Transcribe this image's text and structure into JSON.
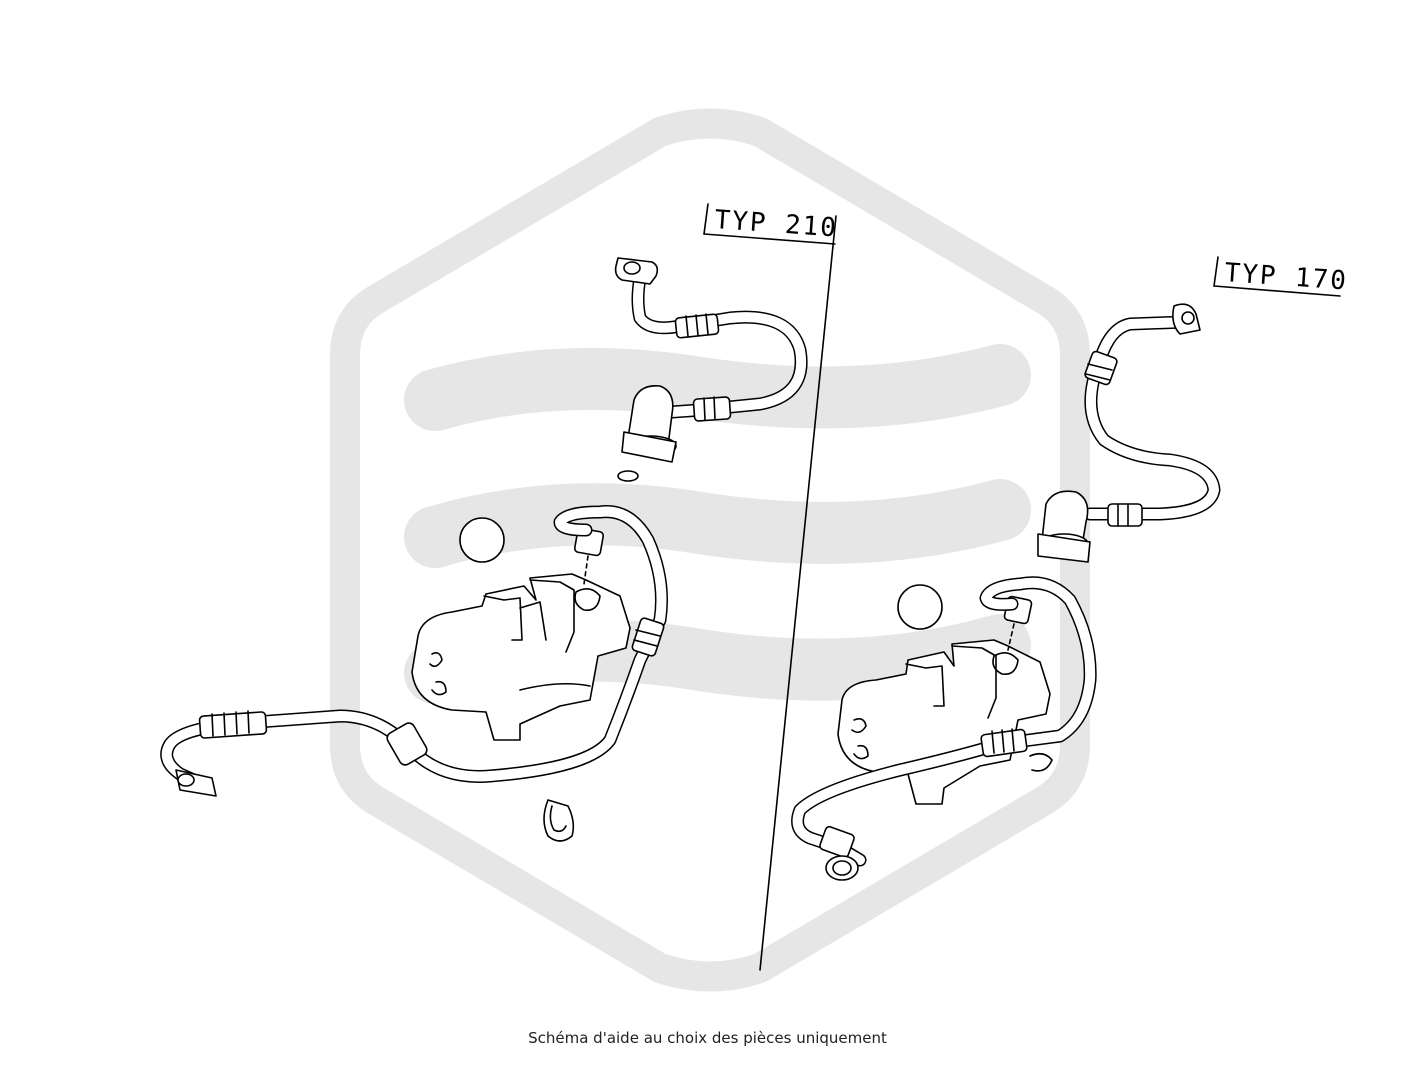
{
  "diagram": {
    "labels": {
      "left_type": "TYP 210",
      "right_type": "TYP 170"
    },
    "caption": "Schéma d'aide au choix des pièces uniquement"
  },
  "colors": {
    "line": "#000000",
    "watermark": "#e6e6e6",
    "background": "#ffffff"
  },
  "icons": {
    "watermark": "hexagon-logo-icon"
  }
}
